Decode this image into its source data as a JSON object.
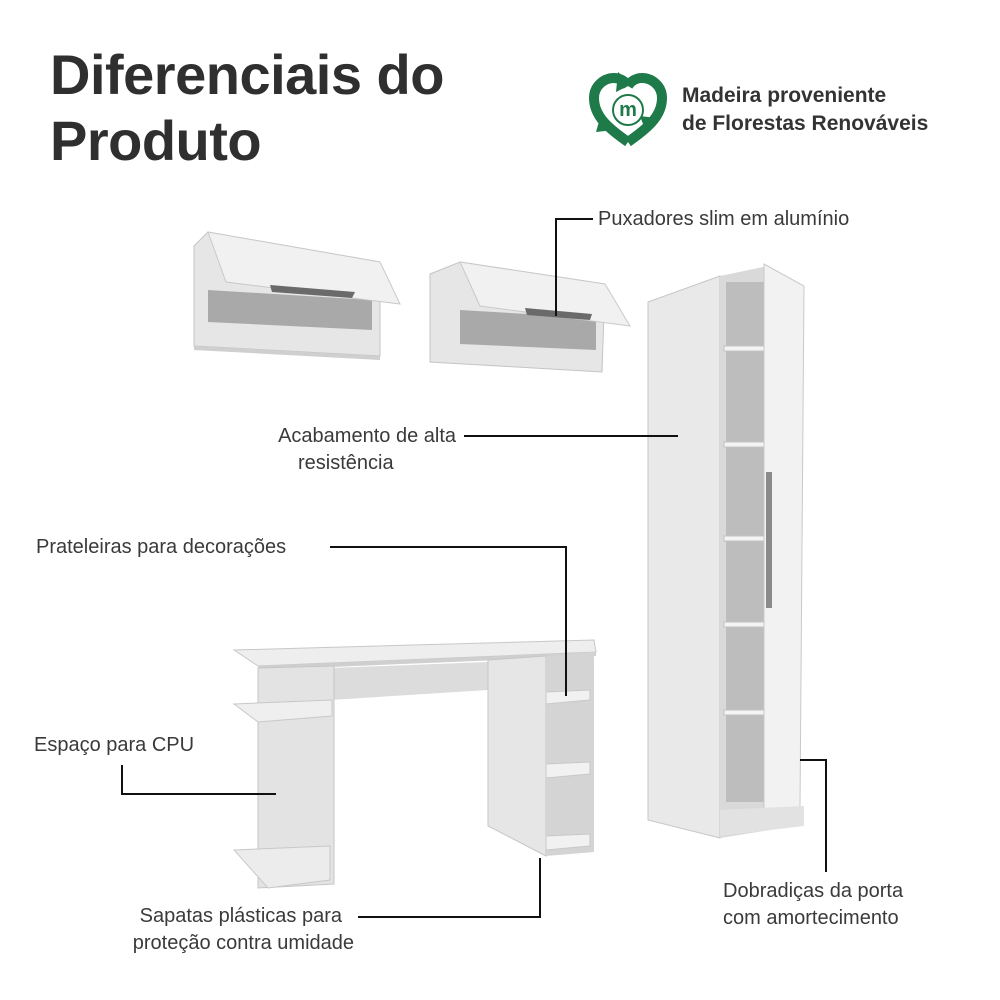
{
  "header": {
    "title_line1": "Diferenciais do",
    "title_line2": "Produto"
  },
  "badge": {
    "icon": "recycle-heart-icon",
    "letter": "m",
    "line1": "Madeira proveniente",
    "line2": "de Florestas Renováveis",
    "color": "#1f7a4a"
  },
  "features": {
    "handles": "Puxadores slim em alumínio",
    "finish_line1": "Acabamento de alta",
    "finish_line2": "resistência",
    "shelves": "Prateleiras para decorações",
    "cpu": "Espaço para CPU",
    "feet_line1": "Sapatas plásticas para",
    "feet_line2": "proteção contra umidade",
    "hinges_line1": "Dobradiças da porta",
    "hinges_line2": "com amortecimento"
  }
}
